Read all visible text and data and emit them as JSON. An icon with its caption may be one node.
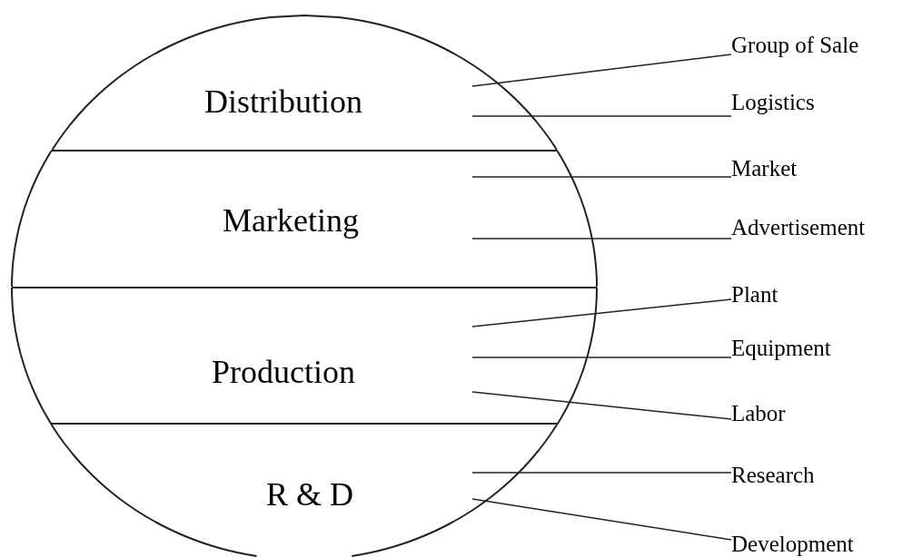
{
  "diagram": {
    "nodes": [
      {
        "text": [
          "Distribution"
        ]
      },
      {
        "text": [
          "Marketing"
        ]
      },
      {
        "text": [
          "Production"
        ]
      },
      {
        "text": [
          "R & D"
        ]
      },
      {
        "text": [
          "Group of Sale"
        ]
      },
      {
        "text": [
          "Logistics"
        ]
      },
      {
        "text": [
          "Market"
        ]
      },
      {
        "text": [
          "Advertisement"
        ]
      },
      {
        "text": [
          "Plant"
        ]
      },
      {
        "text": [
          "Equipment"
        ]
      },
      {
        "text": [
          "Labor"
        ]
      },
      {
        "text": [
          "Research"
        ]
      },
      {
        "text": [
          "Development"
        ]
      }
    ],
    "edges": [
      {
        "from": 4,
        "to": 0,
        "arrow": "none"
      },
      {
        "from": 5,
        "to": 0,
        "arrow": "none"
      },
      {
        "from": 6,
        "to": 1,
        "arrow": "none"
      },
      {
        "from": 7,
        "to": 1,
        "arrow": "none"
      },
      {
        "from": 8,
        "to": 2,
        "arrow": "none"
      },
      {
        "from": 9,
        "to": 2,
        "arrow": "none"
      },
      {
        "from": 10,
        "to": 2,
        "arrow": "none"
      },
      {
        "from": 11,
        "to": 3,
        "arrow": "none"
      },
      {
        "from": 12,
        "to": 3,
        "arrow": "none"
      }
    ]
  }
}
